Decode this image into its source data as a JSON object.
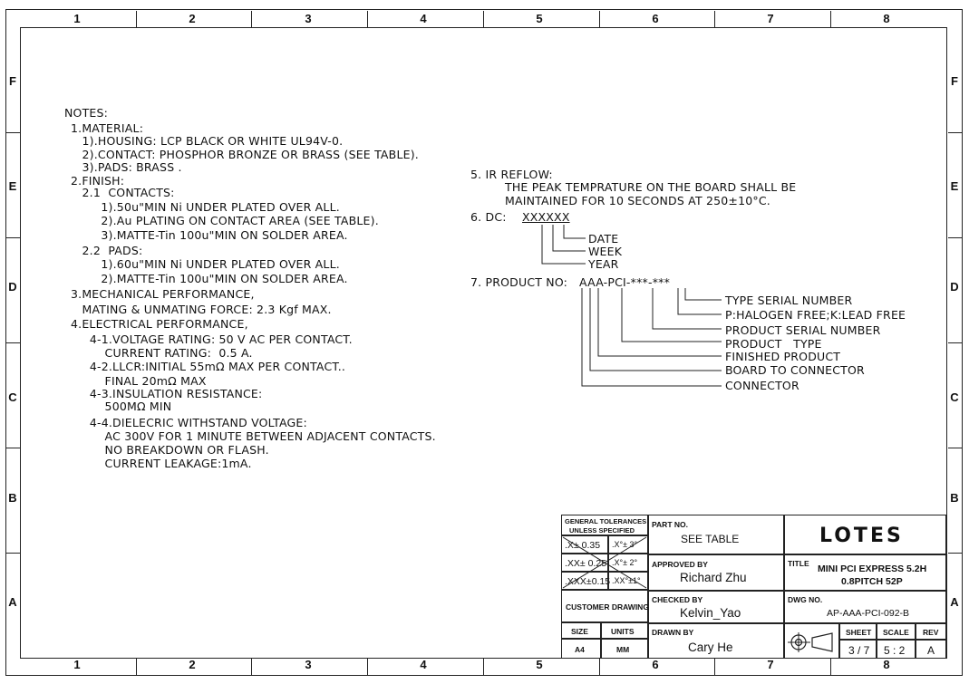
{
  "border": {
    "columns": [
      "1",
      "2",
      "3",
      "4",
      "5",
      "6",
      "7",
      "8"
    ],
    "rows": [
      "F",
      "E",
      "D",
      "C",
      "B",
      "A"
    ]
  },
  "notes_left": {
    "header": "NOTES:",
    "lines": [
      "1.MATERIAL:",
      "   1).HOUSING: LCP BLACK OR WHITE UL94V-0.",
      "   2).CONTACT: PHOSPHOR BRONZE OR BRASS (SEE TABLE).",
      "   3).PADS: BRASS .",
      "2.FINISH:",
      "   2.1  CONTACTS:",
      "        1).50u\"MIN Ni UNDER PLATED OVER ALL.",
      "        2).Au PLATING ON CONTACT AREA (SEE TABLE).",
      "        3).MATTE-Tin 100u\"MIN ON SOLDER AREA.",
      "   2.2  PADS:",
      "        1).60u\"MIN Ni UNDER PLATED OVER ALL.",
      "        2).MATTE-Tin 100u\"MIN ON SOLDER AREA.",
      "3.MECHANICAL PERFORMANCE,",
      "   MATING & UNMATING FORCE: 2.3 Kgf MAX.",
      "4.ELECTRICAL PERFORMANCE,",
      "     4-1.VOLTAGE RATING: 50 V AC PER CONTACT.",
      "         CURRENT RATING:  0.5 A.",
      "     4-2.LLCR:INITIAL 55mΩ MAX PER CONTACT..",
      "         FINAL 20mΩ MAX",
      "     4-3.INSULATION RESISTANCE:",
      "         500MΩ MIN",
      "     4-4.DIELECRIC WITHSTAND VOLTAGE:",
      "         AC 300V FOR 1 MINUTE BETWEEN ADJACENT CONTACTS.",
      "         NO BREAKDOWN OR FLASH.",
      "         CURRENT LEAKAGE:1mA."
    ]
  },
  "notes_right": {
    "ir_title": "5. IR REFLOW:",
    "ir_line1": "THE PEAK TEMPRATURE ON THE BOARD SHALL BE",
    "ir_line2": "MAINTAINED FOR 10 SECONDS AT 250±10°C.",
    "dc_title": "6. DC: ",
    "dc_code": "XXXXXX",
    "dc_legend": [
      "DATE",
      "WEEK",
      "YEAR"
    ],
    "pn_title": "7. PRODUCT NO:",
    "pn_code": "AAA-PCI-***-***",
    "pn_legend": [
      "TYPE SERIAL NUMBER",
      "P:HALOGEN FREE;K:LEAD FREE",
      "PRODUCT SERIAL NUMBER",
      "PRODUCT   TYPE",
      "FINISHED PRODUCT",
      "BOARD TO CONNECTOR",
      "CONNECTOR"
    ]
  },
  "title_block": {
    "tol_header1": "GENERAL TOLERANCES",
    "tol_header2": "UNLESS SPECIFIED",
    "tol_x": ".X± 0.35",
    "tol_xx": ".XX± 0.25",
    "tol_xxx": ".XXX±0.15",
    "tol_ang1": ".X°± 3°",
    "tol_ang2": ".X°± 2°",
    "tol_ang3": ".XX°±1°",
    "customer_drawing": "CUSTOMER DRAWING",
    "size_label": "SIZE",
    "size_value": "A4",
    "units_label": "UNITS",
    "units_value": "MM",
    "part_no_label": "PART NO.",
    "part_no_value": "SEE TABLE",
    "approved_label": "APPROVED BY",
    "approved_value": "Richard Zhu",
    "checked_label": "CHECKED BY",
    "checked_value": "Kelvin_Yao",
    "drawn_label": "DRAWN BY",
    "drawn_value": "Cary He",
    "logo": "LOTES",
    "title_label": "TITLE",
    "title_line1": "MINI PCI EXPRESS 5.2H",
    "title_line2": "0.8PITCH 52P",
    "dwg_label": "DWG NO.",
    "dwg_value": "AP-AAA-PCI-092-B",
    "sheet_label": "SHEET",
    "sheet_value": "3 / 7",
    "scale_label": "SCALE",
    "scale_value": "5 : 2",
    "rev_label": "REV",
    "rev_value": "A"
  }
}
